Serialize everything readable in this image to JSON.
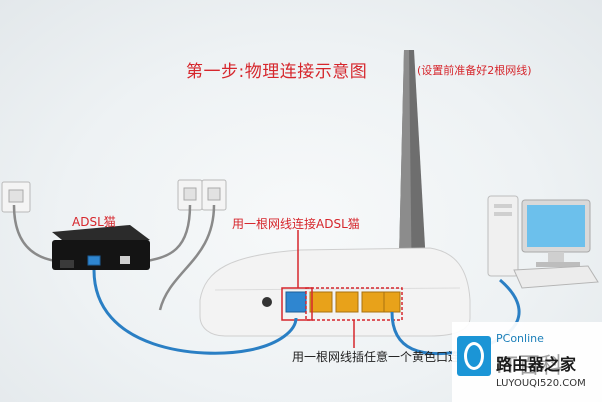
{
  "title": "第一步:物理连接示意图",
  "subtitle": "(设置前准备好2根网线)",
  "labels": {
    "modem": "ADSL猫",
    "to_modem": "用一根网线连接ADSL猫",
    "to_pc": "用一根网线插任意一个黄色口连"
  },
  "watermark": {
    "brand": "PConline",
    "big_text": "IT百科",
    "site_name": "路由器之家",
    "url": "LUYOUQI520.COM"
  },
  "colors": {
    "accent_red": "#d6262c",
    "cable_blue": "#2a7fc4",
    "lan_yellow": "#e8a21a",
    "wan_blue": "#2f86d0"
  }
}
